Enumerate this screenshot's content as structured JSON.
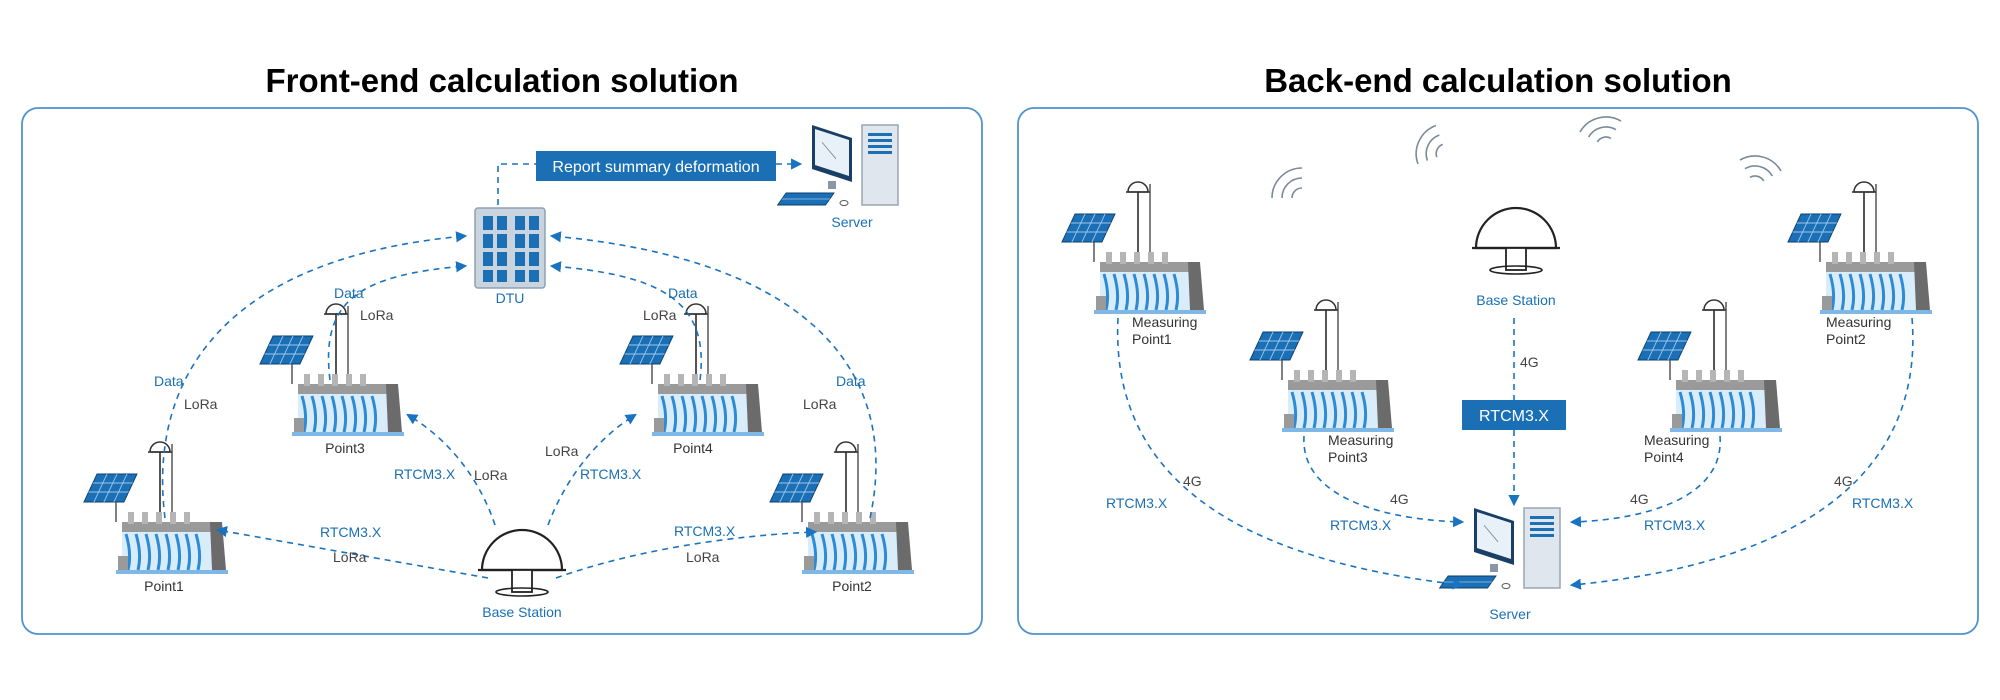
{
  "left": {
    "title": "Front-end calculation solution",
    "report_box": "Report summary deformation",
    "server": "Server",
    "dtu": "DTU",
    "base_station": "Base Station",
    "points": [
      "Point1",
      "Point2",
      "Point3",
      "Point4"
    ],
    "labels": {
      "data": "Data",
      "lora": "LoRa",
      "rtcm": "RTCM3.X"
    }
  },
  "right": {
    "title": "Back-end calculation solution",
    "base_station": "Base Station",
    "server": "Server",
    "rtcm_box": "RTCM3.X",
    "points": [
      {
        "line1": "Measuring",
        "line2": "Point1"
      },
      {
        "line1": "Measuring",
        "line2": "Point2"
      },
      {
        "line1": "Measuring",
        "line2": "Point3"
      },
      {
        "line1": "Measuring",
        "line2": "Point4"
      }
    ],
    "labels": {
      "g4": "4G",
      "rtcm": "RTCM3.X"
    }
  },
  "colors": {
    "accent": "#1a6fb5",
    "border": "#4f93cf",
    "box": "#1a6fb5"
  }
}
